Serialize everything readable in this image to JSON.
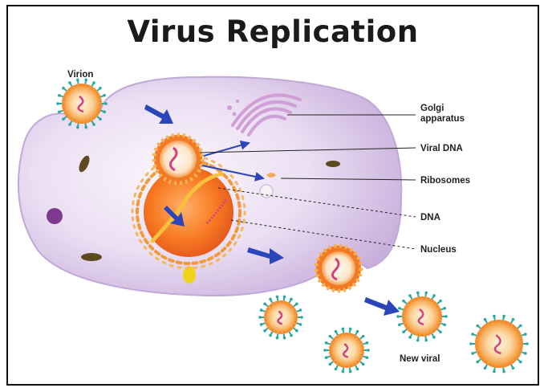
{
  "title": "Virus Replication",
  "labels": {
    "virion": "Virion",
    "golgi_line1": "Golgi",
    "golgi_line2": "apparatus",
    "viral_dna": "Viral DNA",
    "ribosomes": "Ribosomes",
    "dna": "DNA",
    "nucleus": "Nucleus",
    "new_viral": "New viral"
  },
  "colors": {
    "cell_fill": "#e3d3ee",
    "cell_edge": "#c2a8d8",
    "nucleus": "#f47a21",
    "virus_core": "#f6a043",
    "spike": "#2aa7a0",
    "arrow": "#2b46b8",
    "golgi": "#cf9fd6",
    "border": "#111111"
  }
}
